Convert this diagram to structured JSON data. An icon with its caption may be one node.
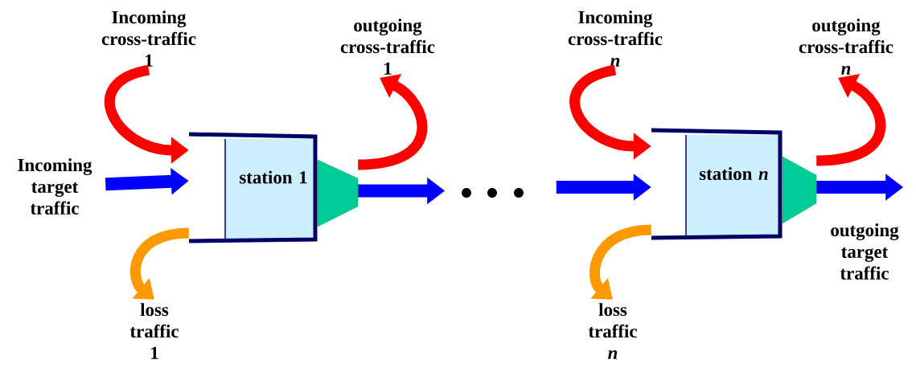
{
  "diagram": {
    "nodes": [
      {
        "text": [
          "Incoming target traffic"
        ]
      },
      {
        "text": [
          "station 1"
        ]
      },
      {
        "text": [
          "Incoming cross-traffic 1"
        ]
      },
      {
        "text": [
          "outgoing cross-traffic 1"
        ]
      },
      {
        "text": [
          "loss traffic 1"
        ]
      },
      {
        "text": [
          "station *n*"
        ]
      },
      {
        "text": [
          "Incoming cross-traffic *n*"
        ]
      },
      {
        "text": [
          "outgoing cross-traffic *n*"
        ]
      },
      {
        "text": [
          "loss traffic *n*"
        ]
      }
    ],
    "edges": [
      {
        "from": 0,
        "to": 1,
        "arrow": "to",
        "color": "#0000ff"
      },
      {
        "from": 2,
        "to": 1,
        "arrow": "to",
        "color": "#ff0000"
      },
      {
        "from": 1,
        "to": 3,
        "arrow": "to",
        "color": "#ff0000"
      },
      {
        "from": 1,
        "to": 4,
        "arrow": "to",
        "color": "#ff9900"
      },
      {
        "from": 1,
        "to": null,
        "arrow": "to",
        "color": "#0000ff"
      },
      {
        "from": null,
        "to": 5,
        "arrow": "to",
        "color": "#0000ff"
      },
      {
        "from": 6,
        "to": 5,
        "arrow": "to",
        "color": "#ff0000"
      },
      {
        "from": 5,
        "to": 7,
        "arrow": "to",
        "color": "#ff0000"
      },
      {
        "from": 5,
        "to": 8,
        "arrow": "to",
        "color": "#ff9900"
      },
      {
        "from": 5,
        "to": null,
        "arrow": "to",
        "color": "#0000ff"
      }
    ],
    "labels": [
      "outgoing target traffic"
    ]
  }
}
